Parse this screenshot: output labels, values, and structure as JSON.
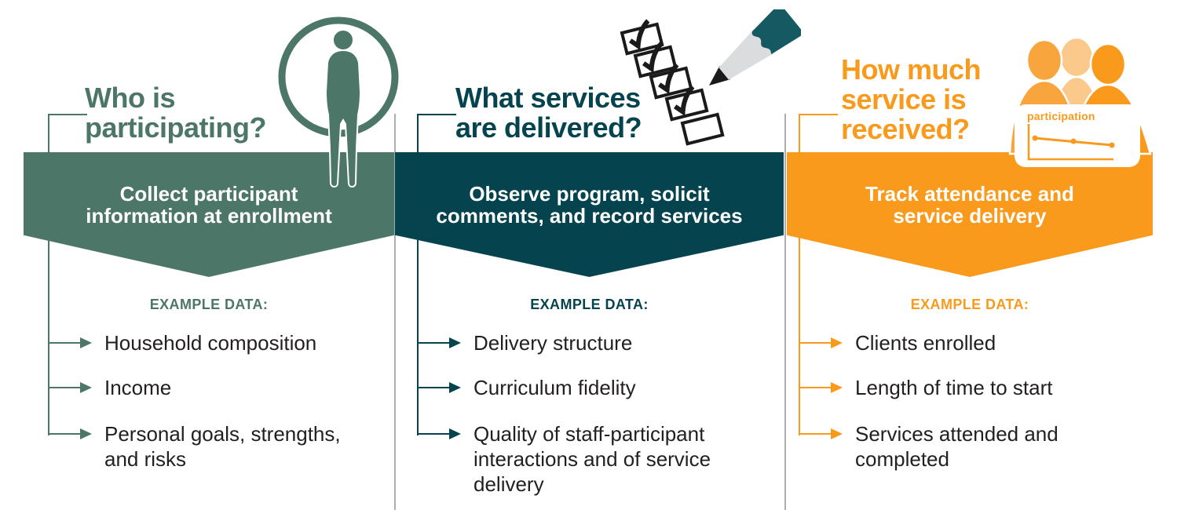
{
  "columns": [
    {
      "heading": "Who is\nparticipating?",
      "banner": "Collect participant\ninformation at enrollment",
      "example_label": "EXAMPLE DATA:",
      "items": [
        "Household composition",
        "Income",
        "Personal goals, strengths,\nand risks"
      ],
      "accent": "#4C7668",
      "icon": "person-in-circle"
    },
    {
      "heading": "What services\nare delivered?",
      "banner": "Observe program, solicit\ncomments, and record services",
      "example_label": "EXAMPLE DATA:",
      "items": [
        "Delivery structure",
        "Curriculum fidelity",
        "Quality of staff-participant\ninteractions and of service\ndelivery"
      ],
      "accent": "#05444F",
      "icon": "checklist-pencil"
    },
    {
      "heading": "How much\nservice is\nreceived?",
      "banner": "Track attendance and\nservice delivery",
      "example_label": "EXAMPLE DATA:",
      "items": [
        "Clients enrolled",
        "Length of time to start",
        "Services attended and\ncompleted"
      ],
      "accent": "#F99A1C",
      "card_label": "participation",
      "icon": "people-group"
    }
  ],
  "colors": {
    "green": "#4C7668",
    "teal": "#05444F",
    "orange": "#F99A1C",
    "orange_mid": "#F9A53E",
    "orange_light": "#FBC98C",
    "divider": "#A9AEB0",
    "text": "#231F20",
    "ink": "#1A1A1A",
    "pencil_gray": "#DBDCDD",
    "pencil_teal": "#155A63",
    "white": "#FFFFFF"
  }
}
